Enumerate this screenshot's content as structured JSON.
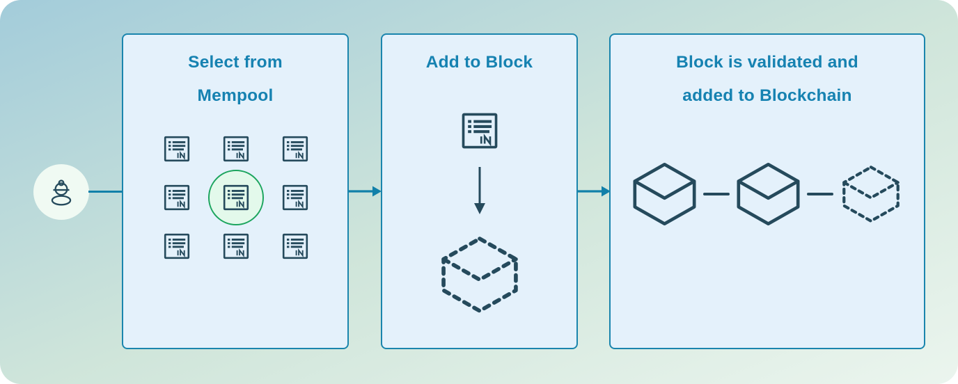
{
  "diagram": {
    "description": "Blockchain mining process flow",
    "actor": "miner",
    "steps": [
      {
        "title": "Select from Mempool",
        "title_lines": [
          "Select from",
          "Mempool"
        ],
        "mempool": {
          "transaction_count": 9,
          "selected_transaction": "center"
        }
      },
      {
        "title": "Add to Block",
        "title_lines": [
          "Add to Block",
          ""
        ],
        "content": {
          "transaction_count": 1,
          "new_block": "dashed outline cube"
        }
      },
      {
        "title": "Block is validated and added to Blockchain",
        "title_lines": [
          "Block is validated and",
          "added to Blockchain"
        ],
        "content": {
          "solid_blocks": 2,
          "pending_dashed_blocks": 1
        }
      }
    ]
  },
  "colors": {
    "background_gradient_start": "#a3ccda",
    "background_gradient_mid": "#cfe5da",
    "background_gradient_end": "#ebf5ee",
    "panel_background": "#e4f1fb",
    "panel_border": "#1a85ad",
    "title_text": "#1682b1",
    "icon_stroke": "#254a5c",
    "flow_arrow": "#1180a9",
    "selected_ring": "#1ca55e",
    "selected_ring_fill": "#e3f9eb",
    "miner_circle_background": "#f0faf3"
  },
  "icons": {
    "miner": "miner-person-with-helmet-icon",
    "transaction": "transaction-document-icon",
    "solid_block": "cube-icon",
    "pending_block": "dashed-cube-icon"
  }
}
